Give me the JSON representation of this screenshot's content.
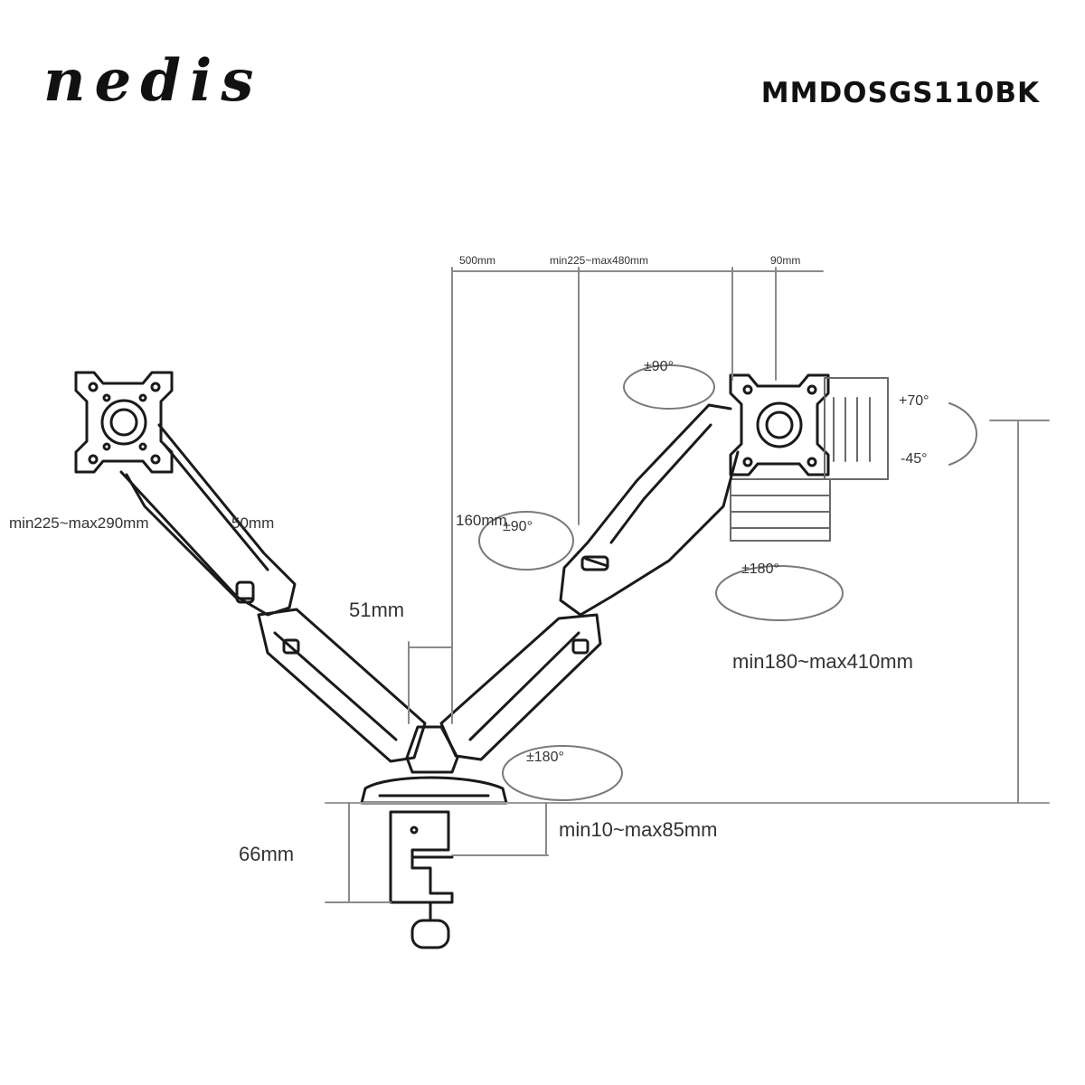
{
  "brand": {
    "logo_text": "nedis",
    "model": "MMDOSGS110BK"
  },
  "dimensions": {
    "top_left": "500mm",
    "top_middle": "min225~max480mm",
    "top_right": "90mm",
    "arm_reach_left": "min225~max290mm",
    "arm_offset": "50mm",
    "height_offset": "160mm",
    "post_width": "51mm",
    "base_height": "66mm",
    "desk_thickness": "min10~max85mm",
    "height_range": "min180~max410mm"
  },
  "angles": {
    "swivel_top": "±90°",
    "tilt_up": "+70°",
    "tilt_down": "-45°",
    "arm_swivel": "±90°",
    "rotation": "±180°",
    "base_swivel": "±180°"
  },
  "colors": {
    "line": "#1a1a1a",
    "dim_line": "#8a8a8a",
    "background": "#ffffff"
  }
}
